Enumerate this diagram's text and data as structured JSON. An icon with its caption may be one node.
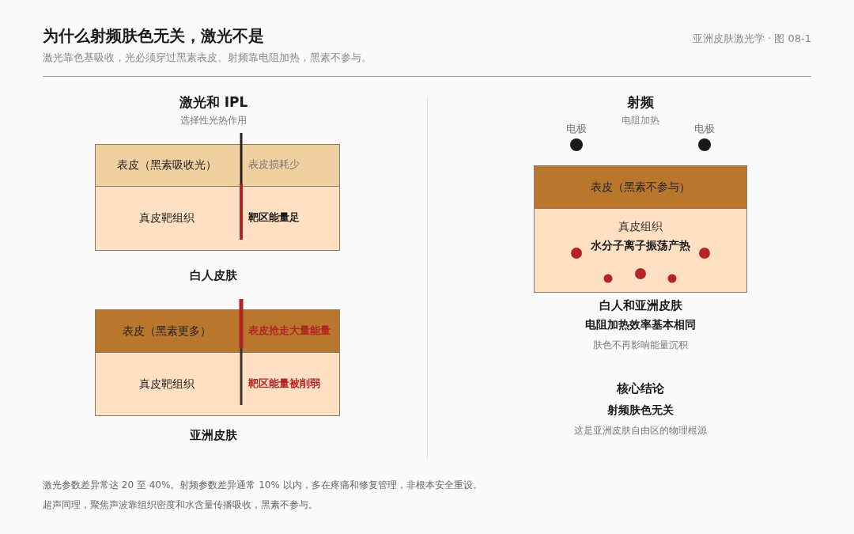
{
  "diagram": {
    "title": "为什么射频肤色无关，激光不是",
    "nodes": [
      {
        "text": [
          "表皮（黑素吸收光）",
          "表皮损耗少"
        ]
      },
      {
        "text": [
          "真皮靶组织",
          "靶区能量足"
        ]
      },
      {
        "text": [
          "表皮（黑素更多）",
          "表皮抢走大量能量"
        ]
      },
      {
        "text": [
          "真皮靶组织",
          "靶区能量被削弱"
        ]
      },
      {
        "text": [
          "电极"
        ]
      },
      {
        "text": [
          "电极"
        ]
      },
      {
        "text": [
          "表皮（黑素不参与）"
        ]
      },
      {
        "text": [
          "真皮组织",
          "水分子离子振荡产热"
        ]
      }
    ],
    "edges": [],
    "labels": [
      "激光靠色基吸收，光必须穿过黑素表皮。射频靠电阻加热，黑素不参与。",
      "亚洲皮肤激光学 · 图 08-1",
      "激光和 IPL",
      "选择性光热作用",
      "射频",
      "电阻加热",
      "白人皮肤",
      "亚洲皮肤",
      "白人和亚洲皮肤",
      "电阻加热效率基本相同",
      "肤色不再影响能量沉积",
      "核心结论",
      "射频肤色无关",
      "这是亚洲皮肤自由区的物理根源",
      "激光参数差异常达 20 至 40%。射频参数差异通常 10% 以内，多在疼痛和修复管理，非根本安全重设。",
      "超声同理，聚焦声波靠组织密度和水含量传播吸收，黑素不参与。"
    ]
  }
}
